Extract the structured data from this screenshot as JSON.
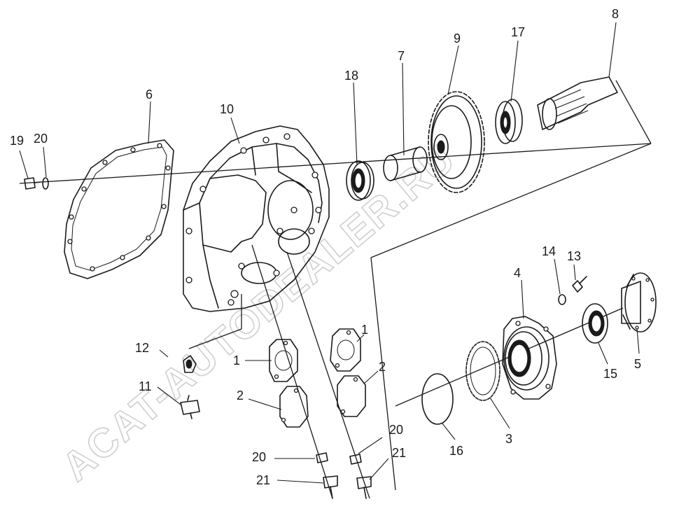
{
  "watermark": "ACAT-AUTODEALER.RU",
  "callouts": {
    "c1a": "1",
    "c1b": "1",
    "c2a": "2",
    "c2b": "2",
    "c3": "3",
    "c4": "4",
    "c5": "5",
    "c6": "6",
    "c7": "7",
    "c8": "8",
    "c9": "9",
    "c10": "10",
    "c11": "11",
    "c12": "12",
    "c13": "13",
    "c14": "14",
    "c15": "15",
    "c16": "16",
    "c17": "17",
    "c18": "18",
    "c19": "19",
    "c20a": "20",
    "c20b": "20",
    "c20c": "20",
    "c21a": "21",
    "c21b": "21"
  }
}
